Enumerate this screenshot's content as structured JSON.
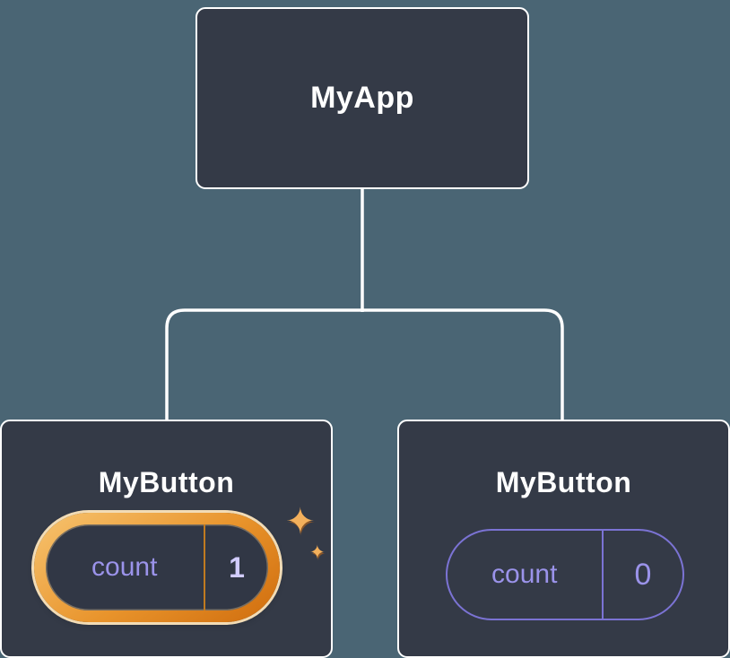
{
  "diagram": {
    "type": "component-tree",
    "root_node": {
      "label": "MyApp"
    },
    "child_nodes": [
      {
        "label": "MyButton",
        "state": {
          "key": "count",
          "value": "1"
        },
        "highlighted": true
      },
      {
        "label": "MyButton",
        "state": {
          "key": "count",
          "value": "0"
        },
        "highlighted": false
      }
    ]
  },
  "icons": {
    "sparkle": "✦"
  },
  "colors": {
    "background": "#4a6574",
    "node_background": "#343a47",
    "node_border": "#ffffff",
    "connector_line": "#ffffff",
    "state_purple_text": "#9b93ea",
    "state_purple_border": "#7b73d4",
    "highlight_orange": "#e8932b",
    "highlight_gold_edge": "#f2dcb6",
    "highlight_value_text": "#d2ccff",
    "sparkle_gold": "#f3b05c"
  }
}
